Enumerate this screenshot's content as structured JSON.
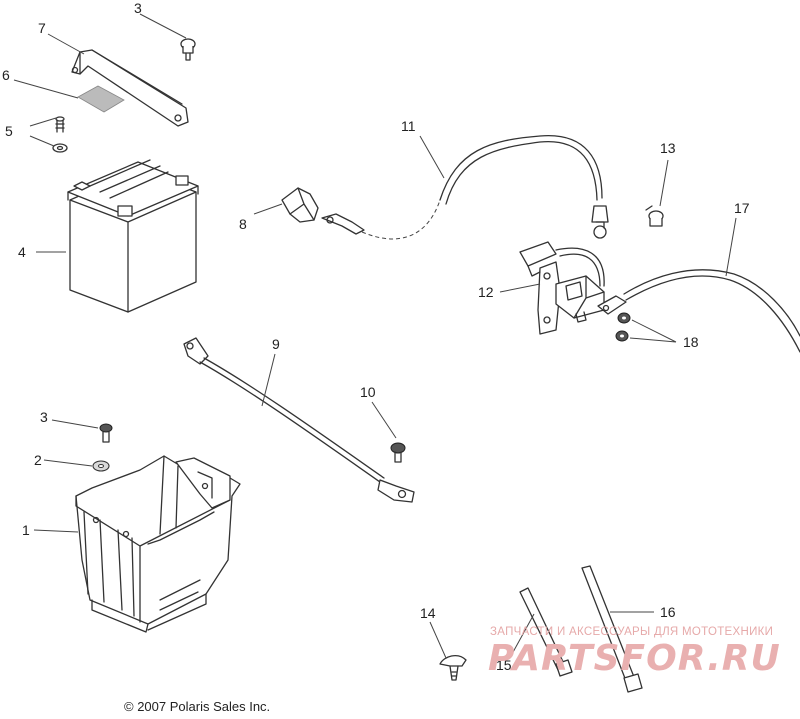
{
  "callouts": {
    "c1": "1",
    "c2": "2",
    "c3a": "3",
    "c3b": "3",
    "c4": "4",
    "c5": "5",
    "c6": "6",
    "c7": "7",
    "c8": "8",
    "c9": "9",
    "c10": "10",
    "c11": "11",
    "c12": "12",
    "c13": "13",
    "c14": "14",
    "c15": "15",
    "c16": "16",
    "c17": "17",
    "c18": "18"
  },
  "copyright": "© 2007 Polaris Sales Inc.",
  "watermark": {
    "tagline": "ЗАПЧАСТИ И АКСЕССУАРЫ ДЛЯ МОТОТЕХНИКИ",
    "logo": "PARTSFOR.RU",
    "color": "#e9b0b0"
  }
}
